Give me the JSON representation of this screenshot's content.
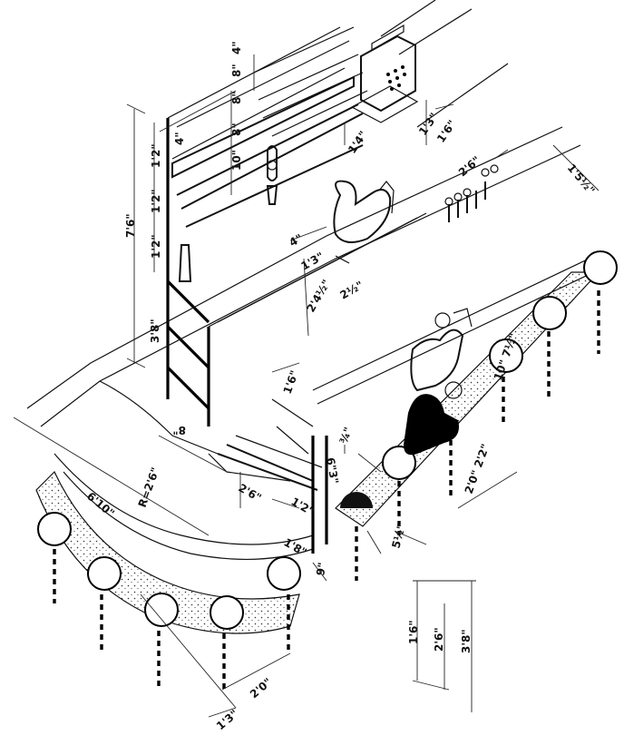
{
  "dimensions": {
    "d_7_6": "7'6\"",
    "d_3_8_upper": "3'8\"",
    "d_1_2_a": "1'2\"",
    "d_1_2_b": "1'2\"",
    "d_1_2_c": "1'2\"",
    "d_8_a": "8\"",
    "d_8_b": "8\"",
    "d_8_c": "8\"",
    "d_10": "10\"",
    "d_4_a": "4\"",
    "d_4_b": "4\"",
    "d_1_3_top": "1'3\"",
    "d_1_6_top": "1'6\"",
    "d_1_4": "1'4\"",
    "d_2_6_top": "2'6\"",
    "d_1_5_half": "1'5½\"",
    "d_1_3_mid": "1'3\"",
    "d_2_4_half": "2'4½\"",
    "d_2_half": "2½\"",
    "d_1_6_small": "1'6\"",
    "d_10_7_5": "10\" 7½\"",
    "d_6_10": "6'10\"",
    "d_r_2_6": "R=2'6\"",
    "d_2_6_lower": "2'6\"",
    "d_8_lower": "8\"",
    "d_1_2_lower": "1'2\"",
    "d_1_8": "1'8\"",
    "d_6_3": "6\"3\"",
    "d_3_4": "¾\"",
    "d_2_0_right": "2'0\" 2'2\"",
    "d_9": "9\"",
    "d_5_half": "5½\"",
    "d_1_6_bottom": "1'6\"",
    "d_2_6_bottom": "2'6\"",
    "d_3_8_bottom": "3'8\"",
    "d_2_0_bottom": "2'0\"",
    "d_1_3_bottom": "1'3\""
  },
  "colors": {
    "ink": "#111111",
    "paper": "#ffffff"
  }
}
